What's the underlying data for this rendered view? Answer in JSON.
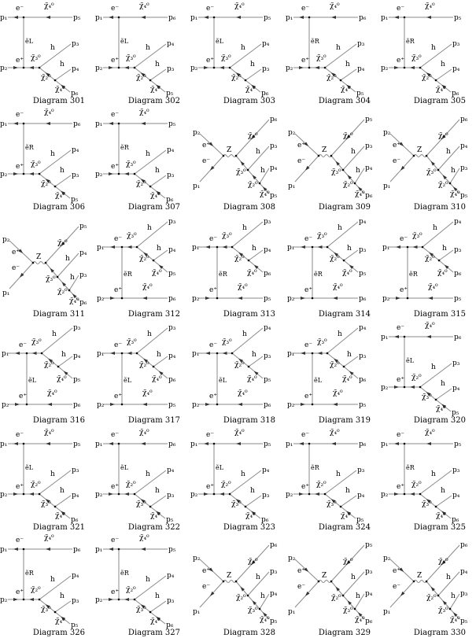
{
  "common": {
    "p1": "p₁",
    "p2": "p₂",
    "e_minus": "e⁻",
    "e_plus": "e⁺",
    "higgs": "h",
    "z": "Z"
  },
  "diagrams": [
    {
      "caption": "Diagram 301",
      "type": "t-lower-chain",
      "selectron": "ẽL",
      "spectator": {
        "particle": "χ̃₄⁰",
        "momentum": "p₅"
      },
      "chain": [
        "χ̃₃⁰",
        "χ̃₂⁰",
        "χ̃₄⁰"
      ],
      "outgoing": [
        "p₃",
        "p₄",
        "p₆"
      ]
    },
    {
      "caption": "Diagram 302",
      "type": "t-lower-chain",
      "selectron": "ẽL",
      "spectator": {
        "particle": "χ̃₄⁰",
        "momentum": "p₆"
      },
      "chain": [
        "χ̃₃⁰",
        "χ̃₂⁰",
        "χ̃₄⁰"
      ],
      "outgoing": [
        "p₄",
        "p₃",
        "p₅"
      ]
    },
    {
      "caption": "Diagram 303",
      "type": "t-lower-chain",
      "selectron": "ẽL",
      "spectator": {
        "particle": "χ̃₄⁰",
        "momentum": "p₅"
      },
      "chain": [
        "χ̃₃⁰",
        "χ̃₂⁰",
        "χ̃₄⁰"
      ],
      "outgoing": [
        "p₄",
        "p₃",
        "p₆"
      ]
    },
    {
      "caption": "Diagram 304",
      "type": "t-lower-chain",
      "selectron": "ẽR",
      "spectator": {
        "particle": "χ̃₄⁰",
        "momentum": "p₆"
      },
      "chain": [
        "χ̃₃⁰",
        "χ̃₂⁰",
        "χ̃₄⁰"
      ],
      "outgoing": [
        "p₃",
        "p₄",
        "p₅"
      ]
    },
    {
      "caption": "Diagram 305",
      "type": "t-lower-chain",
      "selectron": "ẽR",
      "spectator": {
        "particle": "χ̃₄⁰",
        "momentum": "p₅"
      },
      "chain": [
        "χ̃₃⁰",
        "χ̃₂⁰",
        "χ̃₄⁰"
      ],
      "outgoing": [
        "p₃",
        "p₄",
        "p₆"
      ]
    },
    {
      "caption": "Diagram 306",
      "type": "t-lower-chain",
      "selectron": "ẽR",
      "spectator": {
        "particle": "χ̃₄⁰",
        "momentum": "p₆"
      },
      "chain": [
        "χ̃₃⁰",
        "χ̃₂⁰",
        "χ̃₄⁰"
      ],
      "outgoing": [
        "p₄",
        "p₃",
        "p₅"
      ]
    },
    {
      "caption": "Diagram 307",
      "type": "t-lower-chain",
      "selectron": "ẽR",
      "spectator": {
        "particle": "χ̃₄⁰",
        "momentum": "p₅"
      },
      "chain": [
        "χ̃₃⁰",
        "χ̃₂⁰",
        "χ̃₄⁰"
      ],
      "outgoing": [
        "p₄",
        "p₃",
        "p₆"
      ]
    },
    {
      "caption": "Diagram 308",
      "type": "s-channel",
      "spectator": {
        "particle": "χ̃₄⁰",
        "momentum": "p₆"
      },
      "chain": [
        "χ̃₃⁰",
        "χ̃₂⁰",
        "χ̃₄⁰"
      ],
      "outgoing": [
        "p₃",
        "p₄",
        "p₅"
      ]
    },
    {
      "caption": "Diagram 309",
      "type": "s-channel",
      "spectator": {
        "particle": "χ̃₄⁰",
        "momentum": "p₅"
      },
      "chain": [
        "χ̃₃⁰",
        "χ̃₂⁰",
        "χ̃₄⁰"
      ],
      "outgoing": [
        "p₃",
        "p₄",
        "p₆"
      ]
    },
    {
      "caption": "Diagram 310",
      "type": "s-channel",
      "spectator": {
        "particle": "χ̃₄⁰",
        "momentum": "p₆"
      },
      "chain": [
        "χ̃₃⁰",
        "χ̃₂⁰",
        "χ̃₄⁰"
      ],
      "outgoing": [
        "p₄",
        "p₃",
        "p₅"
      ]
    },
    {
      "caption": "Diagram 311",
      "type": "s-channel",
      "spectator": {
        "particle": "χ̃₄⁰",
        "momentum": "p₅"
      },
      "chain": [
        "χ̃₃⁰",
        "χ̃₂⁰",
        "χ̃₄⁰"
      ],
      "outgoing": [
        "p₄",
        "p₃",
        "p₆"
      ]
    },
    {
      "caption": "Diagram 312",
      "type": "t-upper-chain",
      "selectron": "ẽR",
      "spectator": {
        "particle": "χ̃₄⁰",
        "momentum": "p₆"
      },
      "chain": [
        "χ̃₃⁰",
        "χ̃₂⁰",
        "χ̃₄⁰"
      ],
      "outgoing": [
        "p₃",
        "p₄",
        "p₅"
      ]
    },
    {
      "caption": "Diagram 313",
      "type": "t-upper-chain",
      "selectron": "ẽR",
      "spectator": {
        "particle": "χ̃₄⁰",
        "momentum": "p₅"
      },
      "chain": [
        "χ̃₃⁰",
        "χ̃₂⁰",
        "χ̃₄⁰"
      ],
      "outgoing": [
        "p₃",
        "p₄",
        "p₆"
      ]
    },
    {
      "caption": "Diagram 314",
      "type": "t-upper-chain",
      "selectron": "ẽR",
      "spectator": {
        "particle": "χ̃₄⁰",
        "momentum": "p₆"
      },
      "chain": [
        "χ̃₃⁰",
        "χ̃₂⁰",
        "χ̃₄⁰"
      ],
      "outgoing": [
        "p₄",
        "p₃",
        "p₅"
      ]
    },
    {
      "caption": "Diagram 315",
      "type": "t-upper-chain",
      "selectron": "ẽR",
      "spectator": {
        "particle": "χ̃₄⁰",
        "momentum": "p₅"
      },
      "chain": [
        "χ̃₃⁰",
        "χ̃₂⁰",
        "χ̃₄⁰"
      ],
      "outgoing": [
        "p₄",
        "p₃",
        "p₆"
      ]
    },
    {
      "caption": "Diagram 316",
      "type": "t-upper-chain",
      "selectron": "ẽL",
      "spectator": {
        "particle": "χ̃₄⁰",
        "momentum": "p₆"
      },
      "chain": [
        "χ̃₃⁰",
        "χ̃₂⁰",
        "χ̃₄⁰"
      ],
      "outgoing": [
        "p₃",
        "p₄",
        "p₅"
      ]
    },
    {
      "caption": "Diagram 317",
      "type": "t-upper-chain",
      "selectron": "ẽL",
      "spectator": {
        "particle": "χ̃₄⁰",
        "momentum": "p₅"
      },
      "chain": [
        "χ̃₃⁰",
        "χ̃₂⁰",
        "χ̃₄⁰"
      ],
      "outgoing": [
        "p₃",
        "p₄",
        "p₆"
      ]
    },
    {
      "caption": "Diagram 318",
      "type": "t-upper-chain",
      "selectron": "ẽL",
      "spectator": {
        "particle": "χ̃₄⁰",
        "momentum": "p₆"
      },
      "chain": [
        "χ̃₃⁰",
        "χ̃₂⁰",
        "χ̃₄⁰"
      ],
      "outgoing": [
        "p₄",
        "p₃",
        "p₅"
      ]
    },
    {
      "caption": "Diagram 319",
      "type": "t-upper-chain",
      "selectron": "ẽL",
      "spectator": {
        "particle": "χ̃₄⁰",
        "momentum": "p₅"
      },
      "chain": [
        "χ̃₃⁰",
        "χ̃₂⁰",
        "χ̃₄⁰"
      ],
      "outgoing": [
        "p₄",
        "p₃",
        "p₆"
      ]
    },
    {
      "caption": "Diagram 320",
      "type": "t-lower-chain",
      "selectron": "ẽL",
      "spectator": {
        "particle": "χ̃₄⁰",
        "momentum": "p₆"
      },
      "chain": [
        "χ̃₂⁰",
        "χ̃₃⁰",
        "χ̃₄⁰"
      ],
      "outgoing": [
        "p₃",
        "p₄",
        "p₅"
      ]
    },
    {
      "caption": "Diagram 321",
      "type": "t-lower-chain",
      "selectron": "ẽL",
      "spectator": {
        "particle": "χ̃₄⁰",
        "momentum": "p₅"
      },
      "chain": [
        "χ̃₂⁰",
        "χ̃₃⁰",
        "χ̃₄⁰"
      ],
      "outgoing": [
        "p₃",
        "p₄",
        "p₆"
      ]
    },
    {
      "caption": "Diagram 322",
      "type": "t-lower-chain",
      "selectron": "ẽL",
      "spectator": {
        "particle": "χ̃₄⁰",
        "momentum": "p₆"
      },
      "chain": [
        "χ̃₂⁰",
        "χ̃₃⁰",
        "χ̃₄⁰"
      ],
      "outgoing": [
        "p₄",
        "p₃",
        "p₅"
      ]
    },
    {
      "caption": "Diagram 323",
      "type": "t-lower-chain",
      "selectron": "ẽL",
      "spectator": {
        "particle": "χ̃₄⁰",
        "momentum": "p₅"
      },
      "chain": [
        "χ̃₂⁰",
        "χ̃₃⁰",
        "χ̃₄⁰"
      ],
      "outgoing": [
        "p₄",
        "p₃",
        "p₆"
      ]
    },
    {
      "caption": "Diagram 324",
      "type": "t-lower-chain",
      "selectron": "ẽR",
      "spectator": {
        "particle": "χ̃₄⁰",
        "momentum": "p₆"
      },
      "chain": [
        "χ̃₂⁰",
        "χ̃₃⁰",
        "χ̃₄⁰"
      ],
      "outgoing": [
        "p₃",
        "p₄",
        "p₅"
      ]
    },
    {
      "caption": "Diagram 325",
      "type": "t-lower-chain",
      "selectron": "ẽR",
      "spectator": {
        "particle": "χ̃₄⁰",
        "momentum": "p₅"
      },
      "chain": [
        "χ̃₂⁰",
        "χ̃₃⁰",
        "χ̃₄⁰"
      ],
      "outgoing": [
        "p₃",
        "p₄",
        "p₆"
      ]
    },
    {
      "caption": "Diagram 326",
      "type": "t-lower-chain",
      "selectron": "ẽR",
      "spectator": {
        "particle": "χ̃₄⁰",
        "momentum": "p₆"
      },
      "chain": [
        "χ̃₂⁰",
        "χ̃₃⁰",
        "χ̃₄⁰"
      ],
      "outgoing": [
        "p₄",
        "p₃",
        "p₅"
      ]
    },
    {
      "caption": "Diagram 327",
      "type": "t-lower-chain",
      "selectron": "ẽR",
      "spectator": {
        "particle": "χ̃₄⁰",
        "momentum": "p₅"
      },
      "chain": [
        "χ̃₂⁰",
        "χ̃₃⁰",
        "χ̃₄⁰"
      ],
      "outgoing": [
        "p₄",
        "p₃",
        "p₆"
      ]
    },
    {
      "caption": "Diagram 328",
      "type": "s-channel",
      "spectator": {
        "particle": "χ̃₄⁰",
        "momentum": "p₆"
      },
      "chain": [
        "χ̃₂⁰",
        "χ̃₃⁰",
        "χ̃₄⁰"
      ],
      "outgoing": [
        "p₃",
        "p₄",
        "p₅"
      ]
    },
    {
      "caption": "Diagram 329",
      "type": "s-channel",
      "spectator": {
        "particle": "χ̃₄⁰",
        "momentum": "p₅"
      },
      "chain": [
        "χ̃₂⁰",
        "χ̃₃⁰",
        "χ̃₄⁰"
      ],
      "outgoing": [
        "p₃",
        "p₄",
        "p₆"
      ]
    },
    {
      "caption": "Diagram 330",
      "type": "s-channel",
      "spectator": {
        "particle": "χ̃₄⁰",
        "momentum": "p₆"
      },
      "chain": [
        "χ̃₂⁰",
        "χ̃₃⁰",
        "χ̃₄⁰"
      ],
      "outgoing": [
        "p₄",
        "p₃",
        "p₅"
      ]
    }
  ]
}
